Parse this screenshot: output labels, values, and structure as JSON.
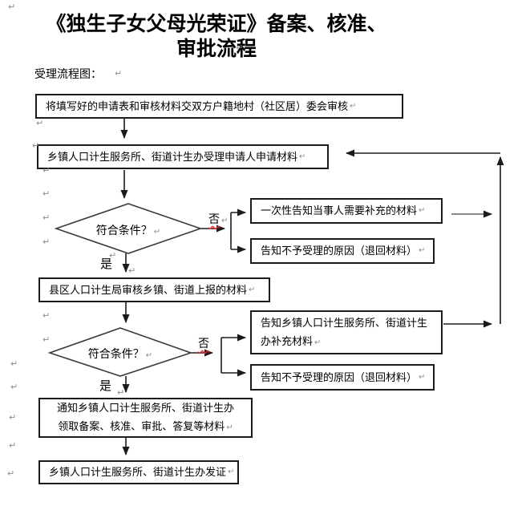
{
  "page": {
    "background": "#ffffff",
    "line_color": "#1b1b1b",
    "gray_line_color": "#8a8a8a",
    "squiggle_color": "#e92c2c",
    "mark_color": "#8d8d8d"
  },
  "marks": {
    "pilcrow": "↵"
  },
  "title": {
    "line1": "《独生子女父母光荣证》备案、核准、",
    "line2": "审批流程"
  },
  "intro": {
    "label": "受理流程图："
  },
  "flow": {
    "box_a": {
      "label": "将填写好的申请表和审核材料交双方户籍地村（社区居）委会审核"
    },
    "box_b": {
      "label": "乡镇人口计生服务所、街道计生办受理申请人申请材料"
    },
    "decision1": {
      "label": "符合条件？",
      "no": "否",
      "yes": "是"
    },
    "branch1a": {
      "label": "一次性告知当事人需要补充的材料"
    },
    "branch1b": {
      "label": "告知不予受理的原因（退回材料）"
    },
    "box_c": {
      "label": "县区人口计生局审核乡镇、街道上报的材料"
    },
    "decision2": {
      "label": "符合条件？",
      "no": "否",
      "yes": "是"
    },
    "branch2a": {
      "line1": "告知乡镇人口计生服务所、街道计生",
      "line2": "办补充材料"
    },
    "branch2b": {
      "label": "告知不予受理的原因（退回材料）"
    },
    "box_d": {
      "line1": "通知乡镇人口计生服务所、街道计生办",
      "line2": "领取备案、核准、审批、答复等材料"
    },
    "box_e": {
      "label": "乡镇人口计生服务所、街道计生办发证"
    }
  }
}
